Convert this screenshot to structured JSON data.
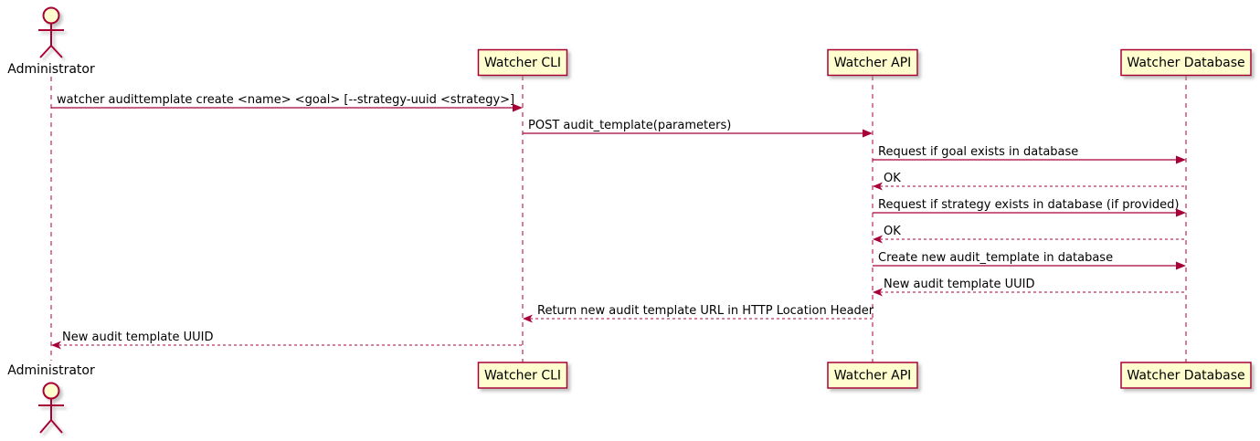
{
  "diagram": {
    "type": "sequence-diagram",
    "colors": {
      "line": "#A80036",
      "participant_fill": "#FEFECE",
      "text": "#000000",
      "background": "#FFFFFF",
      "shadow": "#999999"
    },
    "actor": {
      "name": "Administrator"
    },
    "participants": [
      {
        "label": "Watcher CLI"
      },
      {
        "label": "Watcher API"
      },
      {
        "label": "Watcher Database"
      }
    ],
    "messages": [
      {
        "from": "Administrator",
        "to": "Watcher CLI",
        "style": "solid",
        "label": "watcher audittemplate create <name> <goal> [--strategy-uuid <strategy>]"
      },
      {
        "from": "Watcher CLI",
        "to": "Watcher API",
        "style": "solid",
        "label": "POST audit_template(parameters)"
      },
      {
        "from": "Watcher API",
        "to": "Watcher Database",
        "style": "solid",
        "label": "Request if goal exists in database"
      },
      {
        "from": "Watcher Database",
        "to": "Watcher API",
        "style": "dashed",
        "label": "OK"
      },
      {
        "from": "Watcher API",
        "to": "Watcher Database",
        "style": "solid",
        "label": "Request if strategy exists in database (if provided)"
      },
      {
        "from": "Watcher Database",
        "to": "Watcher API",
        "style": "dashed",
        "label": "OK"
      },
      {
        "from": "Watcher API",
        "to": "Watcher Database",
        "style": "solid",
        "label": "Create new audit_template in database"
      },
      {
        "from": "Watcher Database",
        "to": "Watcher API",
        "style": "dashed",
        "label": "New audit template UUID"
      },
      {
        "from": "Watcher API",
        "to": "Watcher CLI",
        "style": "dashed",
        "label": "Return new audit template URL in HTTP Location Header"
      },
      {
        "from": "Watcher CLI",
        "to": "Administrator",
        "style": "dashed",
        "label": "New audit template UUID"
      }
    ]
  }
}
